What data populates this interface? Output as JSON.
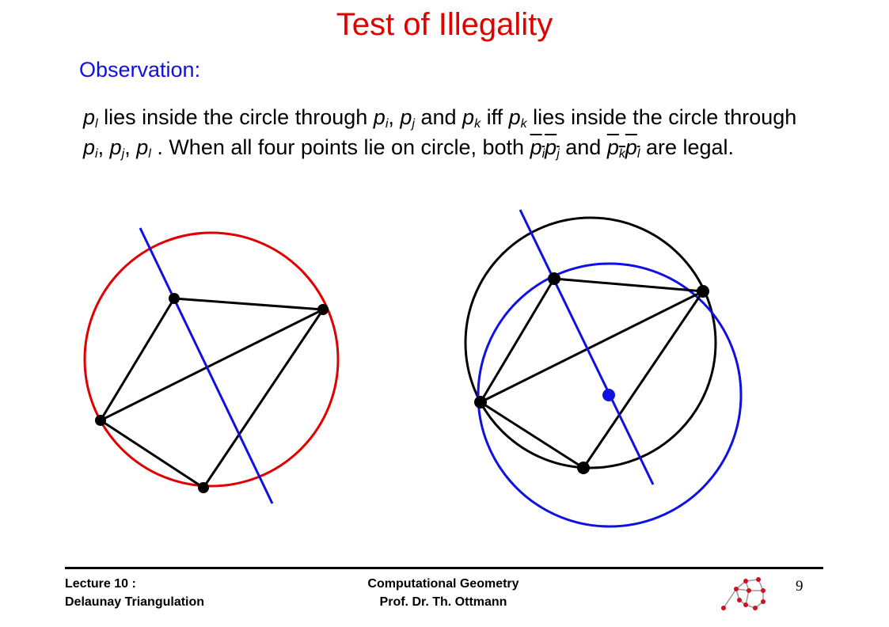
{
  "slide": {
    "title": "Test of Illegality",
    "subtitle": "Observation:"
  },
  "text": {
    "p": "p",
    "sub_i": "i",
    "sub_j": "j",
    "sub_k": "k",
    "sub_l": "l",
    "t1": " lies inside the circle through ",
    "comma": ", ",
    "t_and": "  and ",
    "t_iff": "  iff ",
    "t2": " lies inside the circle through ",
    "t3": " . When all four points lie on circle, both ",
    "t4": " and ",
    "t5": " are legal."
  },
  "footer": {
    "lecture_line1": "Lecture 10 :",
    "lecture_line2": "Delaunay Triangulation",
    "course_line1": "Computational Geometry",
    "course_line2": "Prof. Dr. Th. Ottmann",
    "page_number": "9"
  },
  "colors": {
    "title": "#e00000",
    "subtitle": "#1010e0",
    "circle_left": "#e00000",
    "circle_blue": "#1010e0",
    "circle_black": "#000000",
    "edges": "#000000",
    "blue_line": "#1010e0"
  }
}
